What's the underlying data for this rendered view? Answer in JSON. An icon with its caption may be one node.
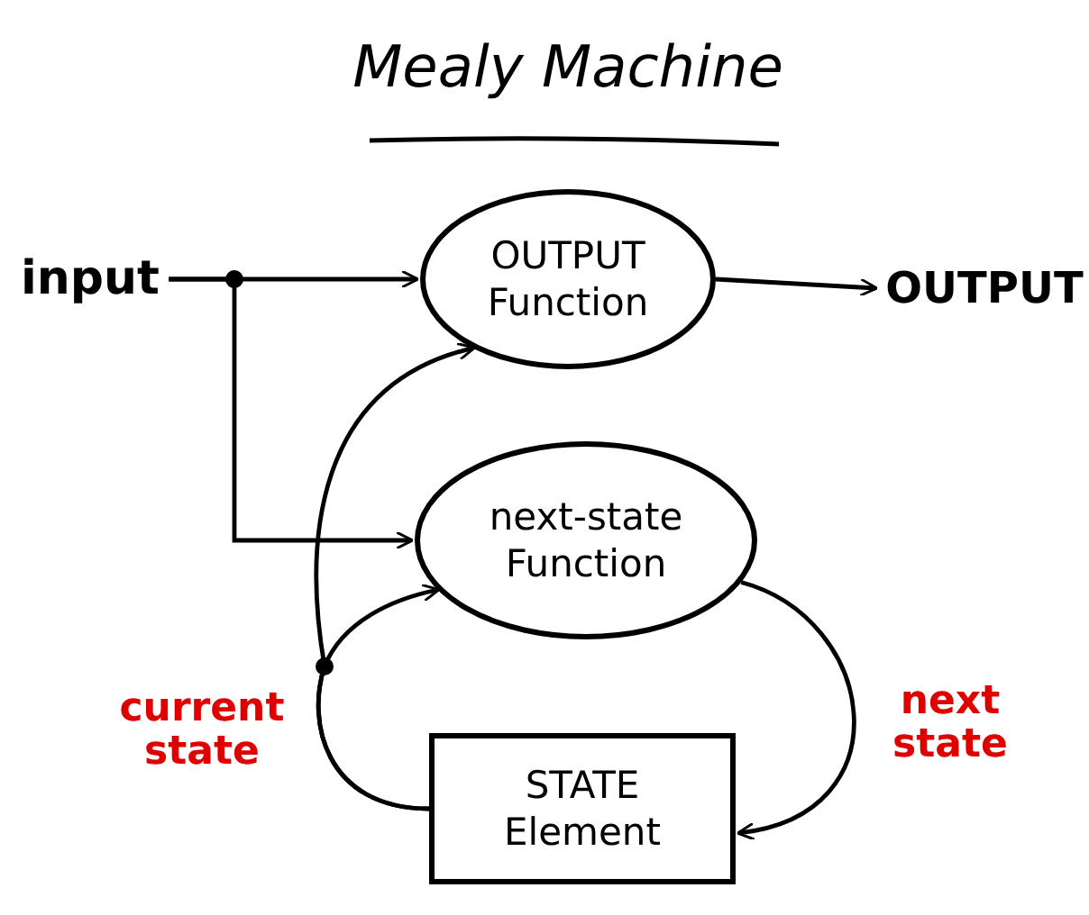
{
  "diagram": {
    "title": "Mealy Machine",
    "nodes": [
      {
        "text": [
          "input"
        ]
      },
      {
        "text": [
          "OUTPUT Function"
        ]
      },
      {
        "text": [
          "next-state Function"
        ]
      },
      {
        "text": [
          "STATE Element"
        ]
      },
      {
        "text": [
          "OUTPUT"
        ]
      }
    ],
    "edges": [
      {
        "from": 0,
        "to": 1,
        "arrow": "to"
      },
      {
        "from": 0,
        "to": 2,
        "arrow": "to"
      },
      {
        "from": 1,
        "to": 4,
        "arrow": "to"
      },
      {
        "from": 2,
        "to": 3,
        "arrow": "to",
        "label": "next state"
      },
      {
        "from": 3,
        "to": 2,
        "arrow": "to",
        "label": "current state"
      },
      {
        "from": 3,
        "to": 1,
        "arrow": "to"
      }
    ]
  }
}
